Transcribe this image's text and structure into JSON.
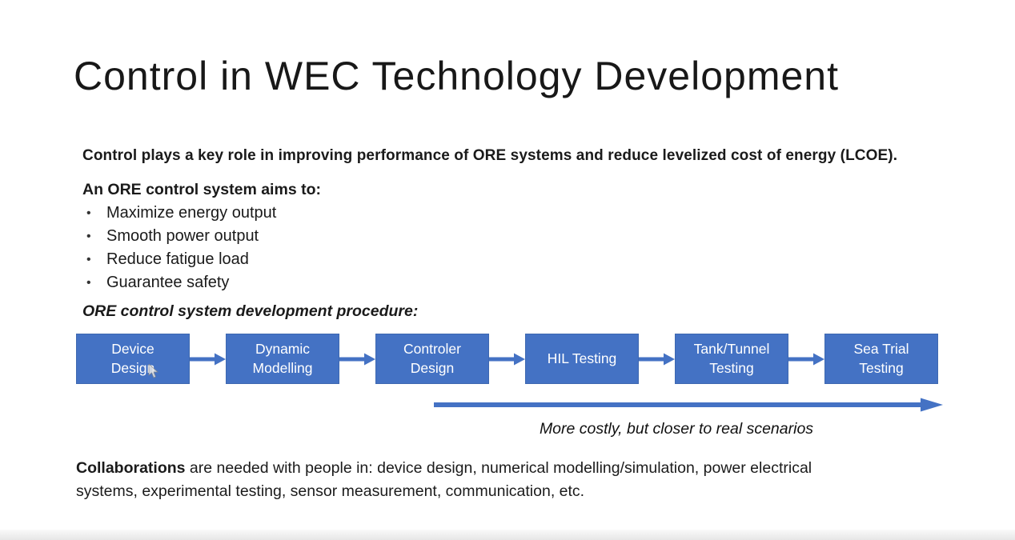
{
  "slide": {
    "title": "Control in WEC Technology Development",
    "intro": "Control plays a key role in improving performance of ORE systems and reduce levelized cost of energy (LCOE).",
    "aims_heading": "An ORE control system aims to:",
    "aims": [
      "Maximize energy output",
      "Smooth power output",
      "Reduce fatigue load",
      "Guarantee safety"
    ],
    "procedure_heading": "ORE control system development procedure:",
    "flow": {
      "boxes": [
        {
          "label": "Device\nDesign"
        },
        {
          "label": "Dynamic\nModelling"
        },
        {
          "label": "Controler\nDesign"
        },
        {
          "label": "HIL Testing"
        },
        {
          "label": "Tank/Tunnel\nTesting"
        },
        {
          "label": "Sea Trial\nTesting"
        }
      ],
      "axis_caption": "More costly, but closer to real scenarios"
    },
    "collaboration": {
      "lead": "Collaborations",
      "line1_rest": " are needed with people in: device design, numerical modelling/simulation, power electrical",
      "line2": "systems, experimental testing, sensor measurement, communication, etc."
    },
    "colors": {
      "box_fill": "#4472C4",
      "box_border": "#3E68B0",
      "arrow": "#4472C4",
      "text": "#1A1A1A"
    }
  },
  "icons": {
    "bullet": "•"
  }
}
